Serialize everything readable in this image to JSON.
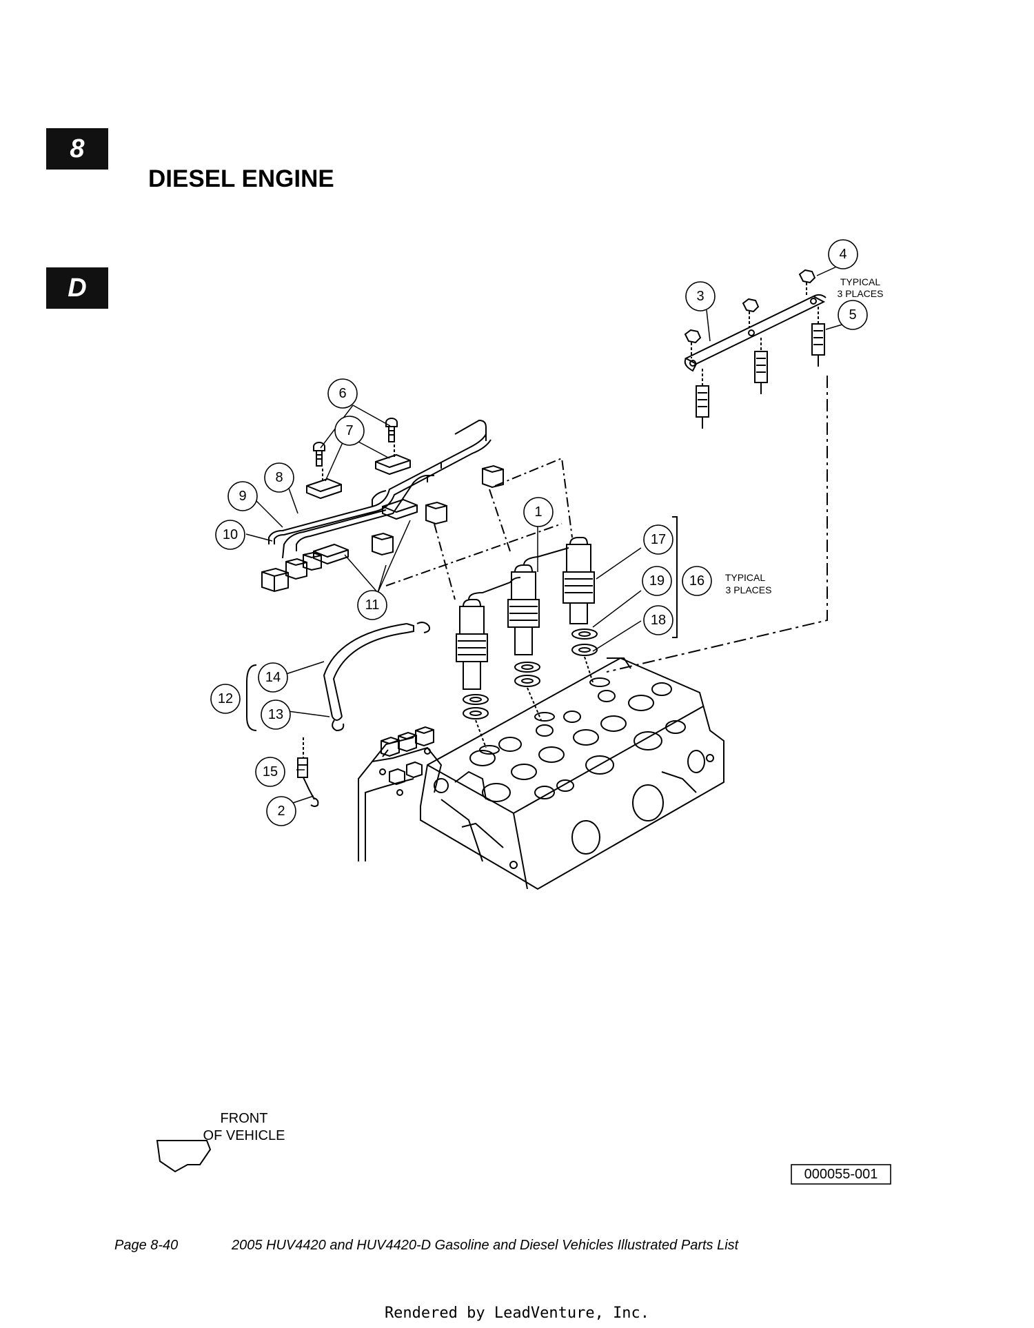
{
  "section_tab": "8",
  "subsection_tab": "D",
  "title": "DIESEL ENGINE",
  "callouts": [
    "1",
    "2",
    "3",
    "4",
    "5",
    "6",
    "7",
    "8",
    "9",
    "10",
    "11",
    "12",
    "13",
    "14",
    "15",
    "16",
    "17",
    "18",
    "19"
  ],
  "notes": {
    "typical_top_line1": "TYPICAL",
    "typical_top_line2": "3 PLACES",
    "typical_mid_line1": "TYPICAL",
    "typical_mid_line2": "3 PLACES"
  },
  "front": {
    "line1": "FRONT",
    "line2": "OF VEHICLE"
  },
  "diagram_id": "000055-001",
  "footer": {
    "page": "Page 8-40",
    "document": "2005 HUV4420 and HUV4420-D Gasoline and Diesel Vehicles Illustrated Parts List",
    "rendered_by": "Rendered by LeadVenture, Inc."
  }
}
